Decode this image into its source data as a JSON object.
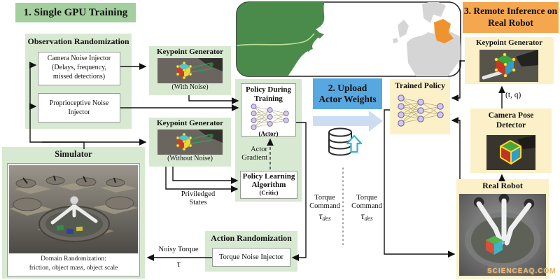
{
  "section1": {
    "title": "1. Single GPU Training"
  },
  "section2": {
    "title": "2. Upload\nActor Weights"
  },
  "section3": {
    "title": "3. Remote Inference on\nReal Robot"
  },
  "observation_randomization": {
    "title": "Observation Randomization",
    "camera_noise_injector": "Camera Noise Injector\n(Delays, frequency,\nmissed detections)",
    "proprioceptive_noise_injector": "Proprioceptive Noise\nInjector"
  },
  "keypoint_generator_with_noise": {
    "title": "Keypoint Generator",
    "caption": "(With Noise)"
  },
  "keypoint_generator_without_noise": {
    "title": "Keypoint Generator",
    "caption": "(Without Noise)"
  },
  "simulator": {
    "title": "Simulator",
    "caption": "Domain Randomization:\nfriction, object mass, object scale"
  },
  "policy": {
    "policy_during_training": "Policy During\nTraining",
    "actor_label": "(Actor)",
    "actor_gradient": "Actor\nGradient",
    "policy_learning_algorithm": "Policy Learning\nAlgorithm",
    "critic_label": "(Critic)"
  },
  "action_randomization": {
    "title": "Action Randomization",
    "torque_noise_injector": "Torque Noise Injector"
  },
  "trained_policy": {
    "title": "Trained Policy"
  },
  "inference": {
    "keypoint_generator": "Keypoint Generator",
    "camera_pose_detector": "Camera Pose\nDetector",
    "real_robot": "Real Robot",
    "t_q": "(t, q)",
    "watermark": "SCIENCEAQ.COM"
  },
  "labels": {
    "priviledged_states": "Priviledged\nStates",
    "noisy_torque": "Noisy Torque",
    "tau": "τ",
    "torque_command": "Torque\nCommand",
    "tau_des_main": "τ",
    "tau_des_sub": "des"
  },
  "colors": {
    "section_green": "#a3cf9e",
    "section_blue": "#57a7e0",
    "section_orange": "#f4a74f",
    "pale_green_box": "#d8e9d2",
    "pale_yellow_box": "#fbf0c8",
    "upload_arrow": "#ccddf1",
    "map_land_green": "#4a8a4a",
    "map_land_gray": "#d5d5d5",
    "map_germany_orange": "#ef9330",
    "wire": "#111111"
  }
}
